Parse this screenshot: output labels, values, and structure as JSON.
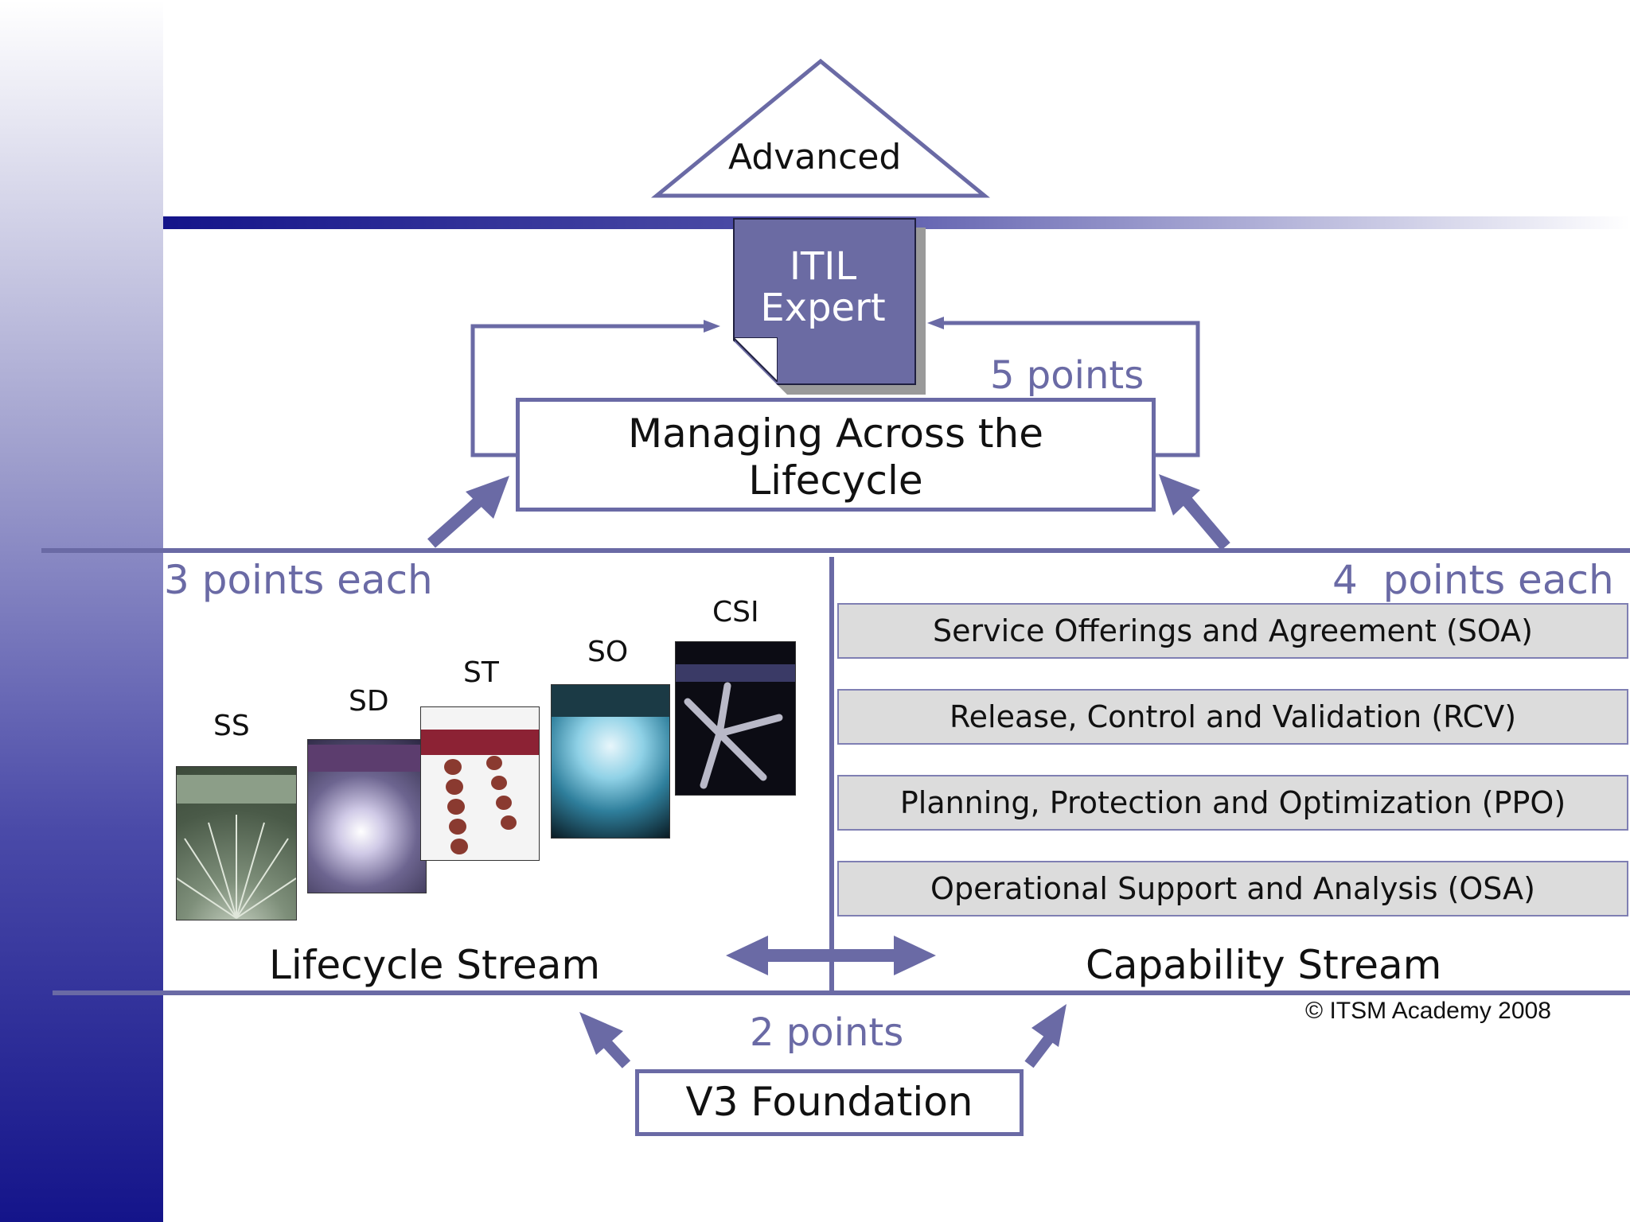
{
  "advanced": "Advanced",
  "expert": {
    "line1": "ITIL",
    "line2": "Expert"
  },
  "expert_points": "5 points",
  "malc": {
    "line1": "Managing Across the",
    "line2": "Lifecycle"
  },
  "lifecycle": {
    "points": "3 points each",
    "stream_label": "Lifecycle Stream",
    "books": [
      {
        "label": "SS"
      },
      {
        "label": "SD"
      },
      {
        "label": "ST"
      },
      {
        "label": "SO"
      },
      {
        "label": "CSI"
      }
    ]
  },
  "capability": {
    "points": "4  points each",
    "stream_label": "Capability Stream",
    "modules": [
      "Service Offerings and Agreement (SOA)",
      "Release, Control and Validation (RCV)",
      "Planning, Protection and Optimization (PPO)",
      "Operational Support and Analysis (OSA)"
    ]
  },
  "foundation": {
    "label": "V3 Foundation",
    "points": "2 points"
  },
  "copyright": "© ITSM Academy 2008",
  "colors": {
    "accent": "#6a6aa5",
    "navy": "#14148a",
    "box_gray": "#dcdcdc"
  }
}
